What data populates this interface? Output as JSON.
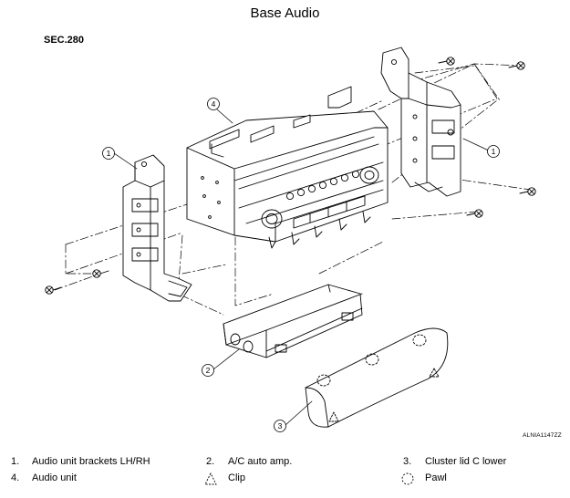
{
  "title": "Base Audio",
  "section": "SEC.280",
  "figure_code": "ALNIA1147ZZ",
  "callouts": {
    "c1a": "1",
    "c1b": "1",
    "c2": "2",
    "c3": "3",
    "c4": "4"
  },
  "legend": {
    "items": [
      {
        "num": "1.",
        "label": "Audio unit brackets LH/RH"
      },
      {
        "num": "2.",
        "label": "A/C auto amp."
      },
      {
        "num": "3.",
        "label": "Cluster lid C lower"
      },
      {
        "num": "4.",
        "label": "Audio unit"
      }
    ],
    "clip": "Clip",
    "pawl": "Pawl"
  }
}
